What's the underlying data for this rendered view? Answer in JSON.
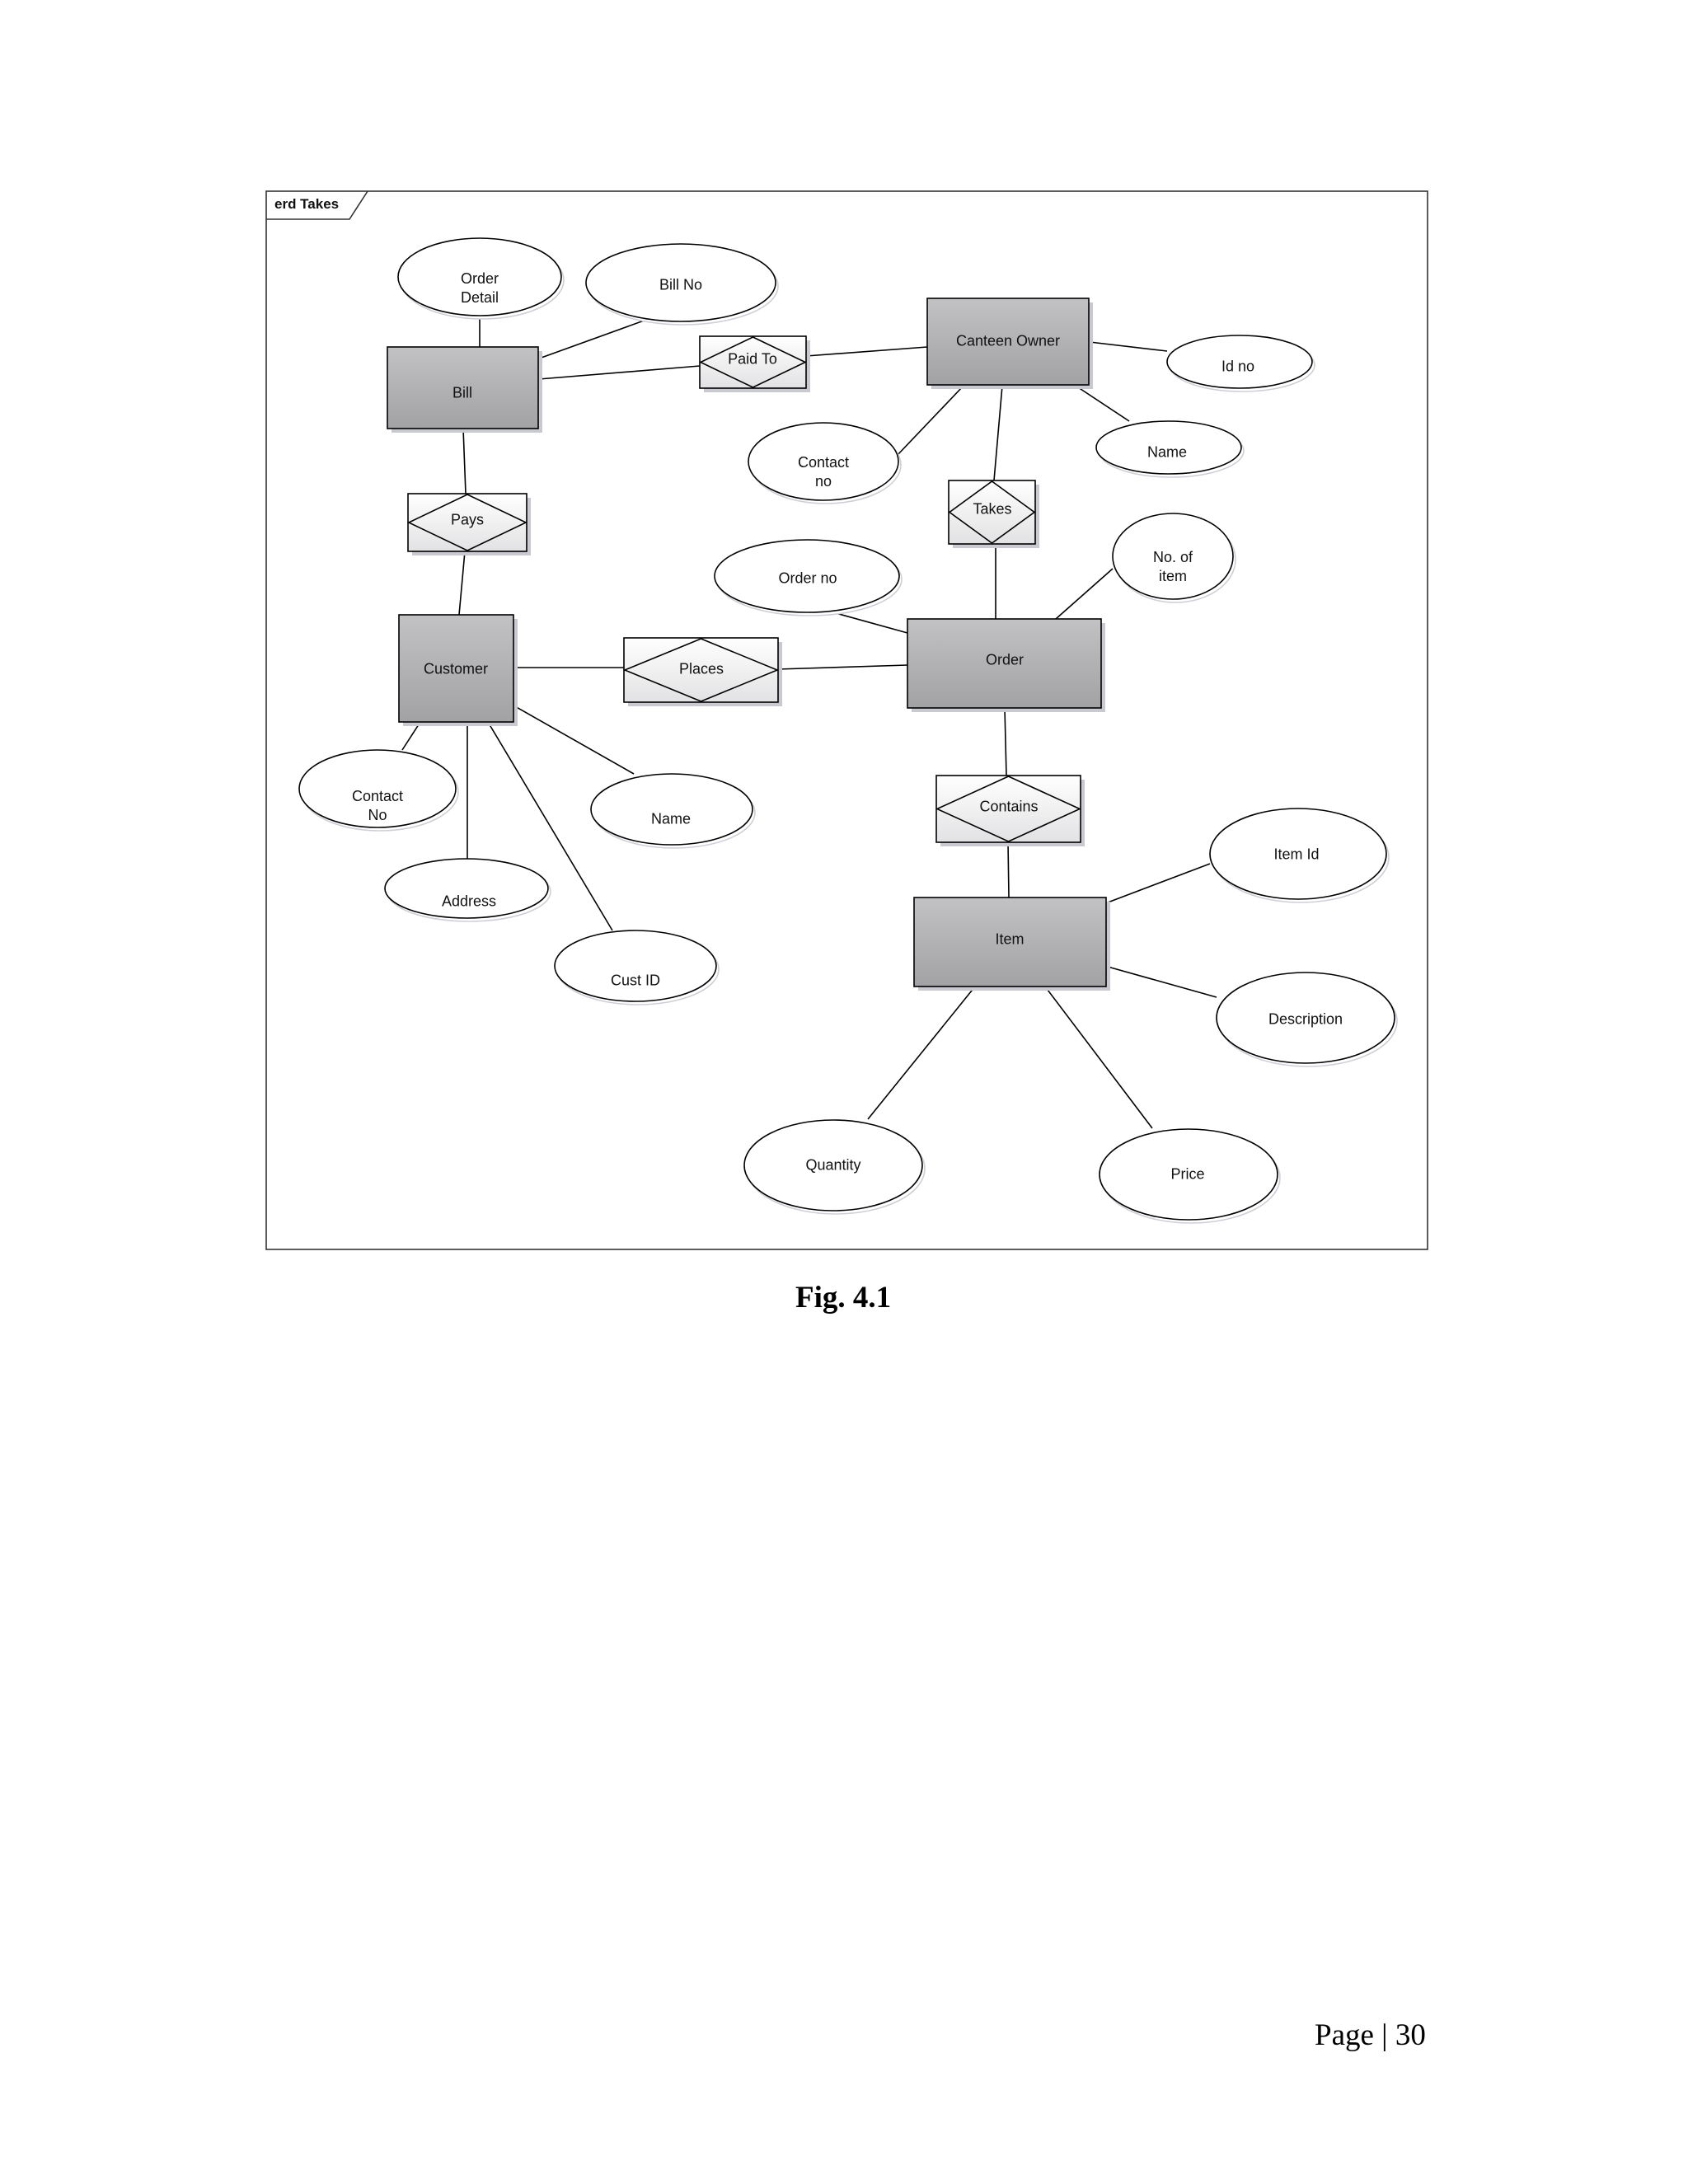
{
  "diagram": {
    "frame_title": "erd Takes",
    "entities": [
      {
        "id": "bill",
        "label": "Bill"
      },
      {
        "id": "canteen_owner",
        "label": "Canteen Owner"
      },
      {
        "id": "customer",
        "label": "Customer"
      },
      {
        "id": "order",
        "label": "Order"
      },
      {
        "id": "item",
        "label": "Item"
      }
    ],
    "relationships": [
      {
        "id": "paid_to",
        "label": "Paid To",
        "between": [
          "Bill",
          "Canteen Owner"
        ]
      },
      {
        "id": "pays",
        "label": "Pays",
        "between": [
          "Bill",
          "Customer"
        ]
      },
      {
        "id": "takes",
        "label": "Takes",
        "between": [
          "Canteen Owner",
          "Order"
        ]
      },
      {
        "id": "places",
        "label": "Places",
        "between": [
          "Customer",
          "Order"
        ]
      },
      {
        "id": "contains",
        "label": "Contains",
        "between": [
          "Order",
          "Item"
        ]
      }
    ],
    "attributes": [
      {
        "id": "order_detail",
        "label": "Order\nDetail",
        "entity": "Bill"
      },
      {
        "id": "bill_no",
        "label": "Bill No",
        "entity": "Bill"
      },
      {
        "id": "owner_id_no",
        "label": "Id no",
        "entity": "Canteen Owner"
      },
      {
        "id": "owner_name",
        "label": "Name",
        "entity": "Canteen Owner"
      },
      {
        "id": "owner_contact",
        "label": "Contact\nno",
        "entity": "Canteen Owner"
      },
      {
        "id": "order_no",
        "label": "Order no",
        "entity": "Order"
      },
      {
        "id": "no_of_item",
        "label": "No. of\nitem",
        "entity": "Order"
      },
      {
        "id": "cust_contact",
        "label": "Contact\nNo",
        "entity": "Customer"
      },
      {
        "id": "cust_address",
        "label": "Address",
        "entity": "Customer"
      },
      {
        "id": "cust_name",
        "label": "Name",
        "entity": "Customer"
      },
      {
        "id": "cust_id",
        "label": "Cust ID",
        "entity": "Customer"
      },
      {
        "id": "item_id",
        "label": "Item Id",
        "entity": "Item"
      },
      {
        "id": "item_description",
        "label": "Description",
        "entity": "Item"
      },
      {
        "id": "item_quantity",
        "label": "Quantity",
        "entity": "Item"
      },
      {
        "id": "item_price",
        "label": "Price",
        "entity": "Item"
      }
    ],
    "colors": {
      "entity_top": "#c2c2c4",
      "entity_bottom": "#a3a3a5",
      "relationship_top": "#ffffff",
      "relationship_bottom": "#e4e4e6",
      "shadow": "#c9c9d2",
      "stroke": "#000000"
    }
  },
  "caption": "Fig. 4.1",
  "footer": {
    "page": "Page | 30"
  }
}
